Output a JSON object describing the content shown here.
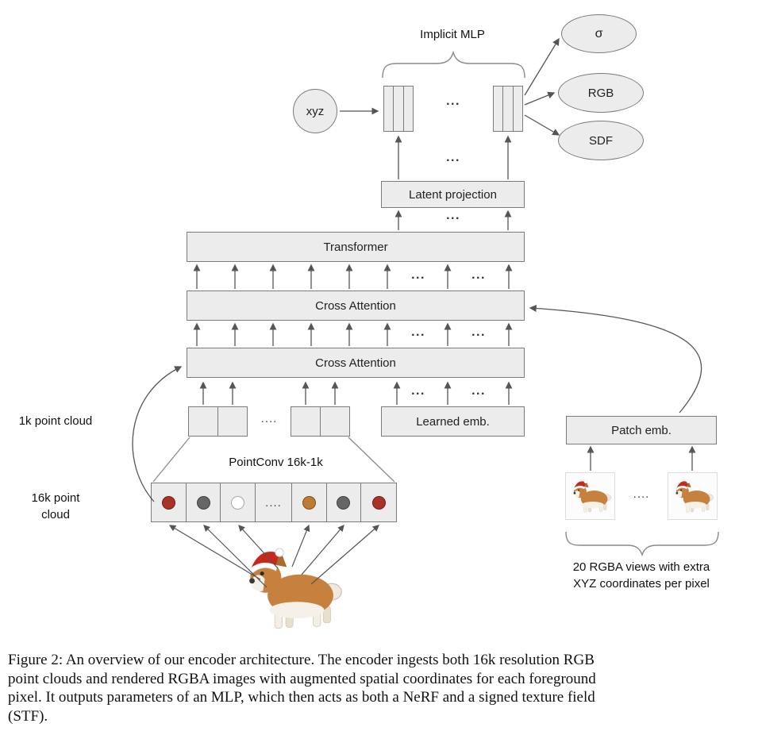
{
  "diagram": {
    "implicit_mlp": "Implicit MLP",
    "xyz": "xyz",
    "outputs": {
      "sigma": "σ",
      "rgb": "RGB",
      "sdf": "SDF"
    },
    "latent_projection": "Latent projection",
    "transformer": "Transformer",
    "cross_attention_top": "Cross Attention",
    "cross_attention_bottom": "Cross Attention",
    "learned_emb": "Learned emb.",
    "pointconv": "PointConv 16k-1k",
    "patch_emb": "Patch emb.",
    "label_1k": "1k point cloud",
    "label_16k_line1": "16k point",
    "label_16k_line2": "cloud",
    "rgba_line1": "20 RGBA views with extra",
    "rgba_line2": "XYZ coordinates per pixel",
    "ellipsis3": "...",
    "ellipsis4": "....",
    "dot_colors": [
      "#ab3226",
      "#666666",
      "#ffffff",
      "#bf7b36",
      "#666666",
      "#ab3226"
    ],
    "arrow_color": "#555555",
    "box_fill": "#ececec",
    "box_border": "#7b7b7b"
  },
  "figure": {
    "caption_lines": [
      "Figure 2:  An overview of our encoder architecture. The encoder ingests both 16k resolution RGB",
      "point clouds and rendered RGBA images with augmented spatial coordinates for each foreground",
      "pixel. It outputs parameters of an MLP, which then acts as both a NeRF and a signed texture field",
      "(STF)."
    ]
  }
}
